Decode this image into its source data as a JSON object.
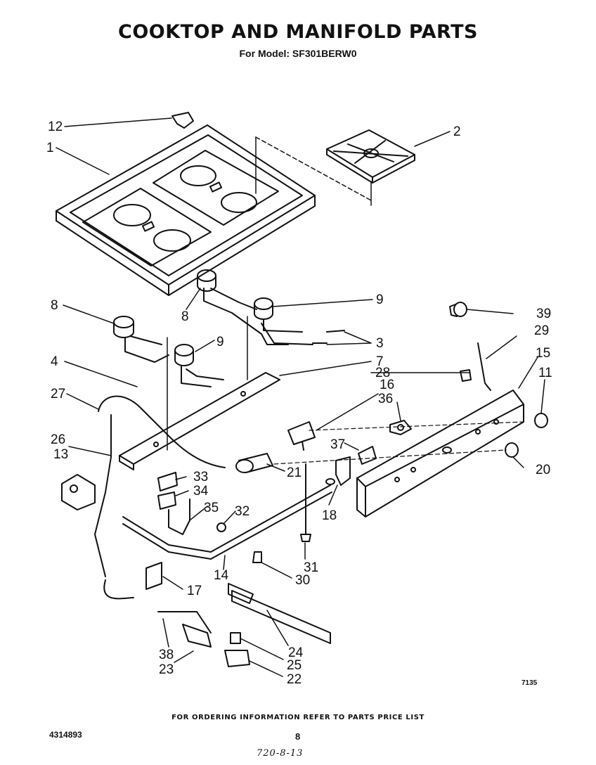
{
  "header": {
    "title": "COOKTOP  AND MANIFOLD PARTS",
    "subtitle": "For Model: SF301BERW0"
  },
  "callouts": [
    "12",
    "1",
    "2",
    "8",
    "9",
    "8",
    "9",
    "3",
    "4",
    "7",
    "27",
    "16",
    "28",
    "29",
    "15",
    "11",
    "39",
    "36",
    "26",
    "13",
    "37",
    "20",
    "33",
    "34",
    "21",
    "35",
    "32",
    "18",
    "17",
    "14",
    "31",
    "30",
    "38",
    "23",
    "24",
    "25",
    "22"
  ],
  "diagram_code": "7135",
  "footer": {
    "ordering_note": "FOR ORDERING INFORMATION REFER TO PARTS PRICE LIST",
    "document_number": "4314893",
    "page_number": "8",
    "handwritten_note": "720-8-13"
  }
}
